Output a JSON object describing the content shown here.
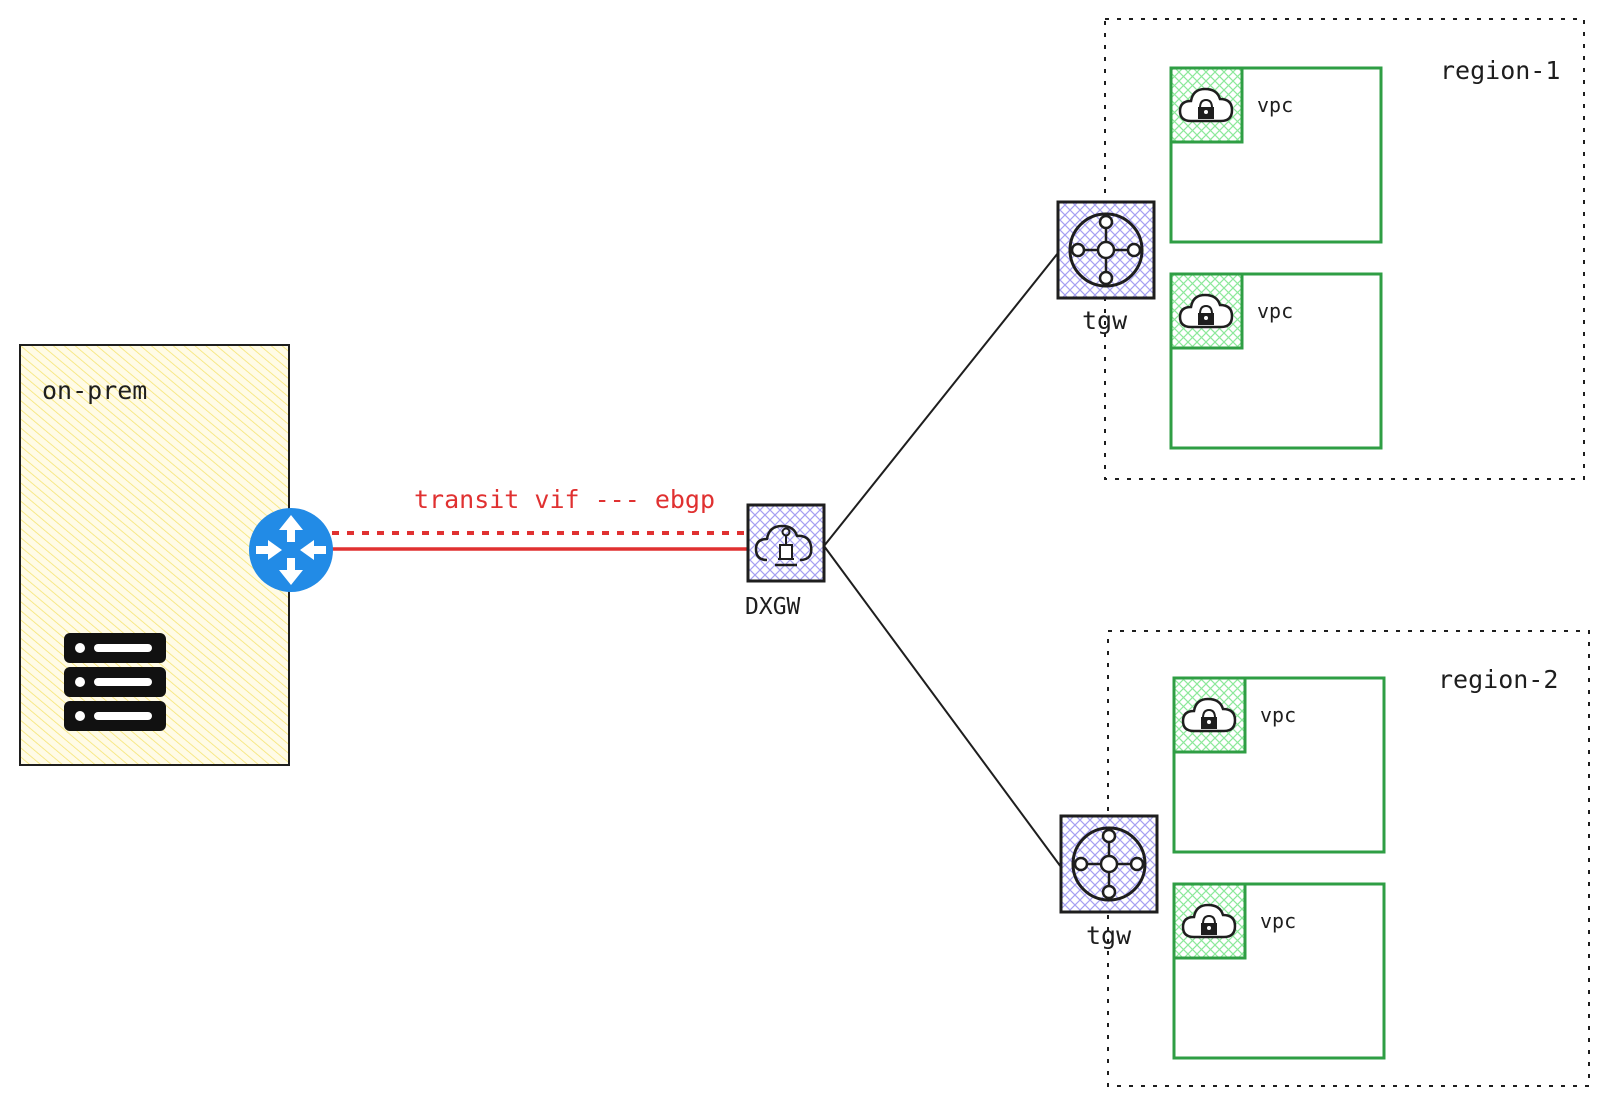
{
  "labels": {
    "onprem": "on-prem",
    "transit": "transit vif --- ebgp",
    "dxgw": "DXGW",
    "tgw1": "tgw",
    "tgw2": "tgw",
    "region1": "region-1",
    "region2": "region-2",
    "vpc1": "vpc",
    "vpc2": "vpc",
    "vpc3": "vpc",
    "vpc4": "vpc"
  },
  "icons": {
    "router": "router-icon",
    "servers": "server-rack-icon",
    "dxgw": "direct-connect-gateway-icon",
    "tgw": "transit-gateway-icon",
    "vpc": "vpc-lock-cloud-icon"
  },
  "colors": {
    "onprem_fill": "#f5e472",
    "link_red": "#e03131",
    "router_blue": "#228be6",
    "vpc_green": "#2f9e44",
    "vpc_hatch": "#8ce99a",
    "gw_hatch": "#a5a0f2",
    "ink": "#1e1e1e"
  }
}
